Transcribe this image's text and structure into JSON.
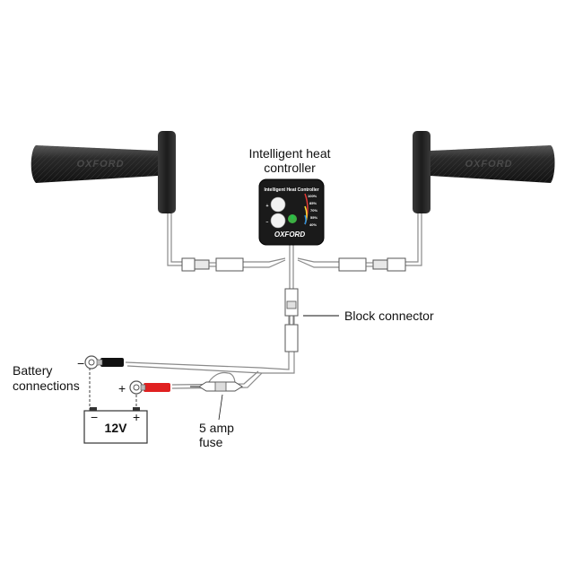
{
  "labels": {
    "controller_title_line1": "Intelligent heat",
    "controller_title_line2": "controller",
    "block_connector": "Block connector",
    "battery_line1": "Battery",
    "battery_line2": "connections",
    "fuse_line1": "5 amp",
    "fuse_line2": "fuse",
    "battery_voltage": "12V",
    "minus_sign": "−",
    "plus_sign": "+",
    "battery_minus": "−",
    "battery_plus": "+"
  },
  "controller": {
    "header": "Intelligent Heat Controller",
    "brand": "OXFORD",
    "plus_button": "+",
    "minus_button": "−",
    "levels": [
      "100%",
      "85%",
      "70%",
      "55%",
      "40%"
    ],
    "level_colors": [
      "#e53935",
      "#fb8c00",
      "#fdd835",
      "#43a047",
      "#1e88e5"
    ],
    "power_icon": "power-icon"
  },
  "grips": {
    "left_brand": "OXFORD",
    "right_brand": "OXFORD"
  },
  "colors": {
    "negative_lead": "#111111",
    "positive_lead": "#e02020",
    "controller_body": "#1a1a1a",
    "grip_body": "#2d2d2d"
  }
}
